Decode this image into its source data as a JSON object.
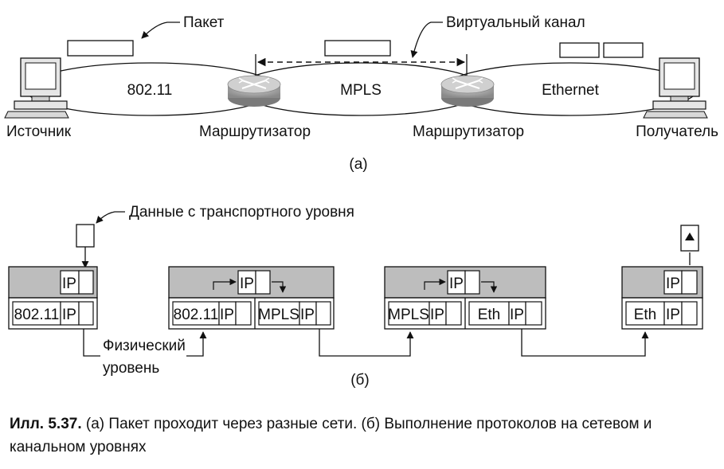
{
  "part_a": {
    "packet_label": "Пакет",
    "virtual_circuit_label": "Виртуальный канал",
    "networks": [
      "802.11",
      "MPLS",
      "Ethernet"
    ],
    "source_label": "Источник",
    "router_label": "Маршрутизатор",
    "destination_label": "Получатель",
    "sub_label": "(а)"
  },
  "part_b": {
    "transport_label": "Данные с транспортного уровня",
    "physical_label_line1": "Физический",
    "physical_label_line2": "уровень",
    "ip": "IP",
    "wifi": "802.11",
    "mpls": "MPLS",
    "eth": "Eth",
    "sub_label": "(б)"
  },
  "caption": {
    "number": "Илл. 5.37.",
    "text": "(а) Пакет проходит через разные сети. (б) Выполнение протоколов на сетевом и канальном уровнях"
  }
}
